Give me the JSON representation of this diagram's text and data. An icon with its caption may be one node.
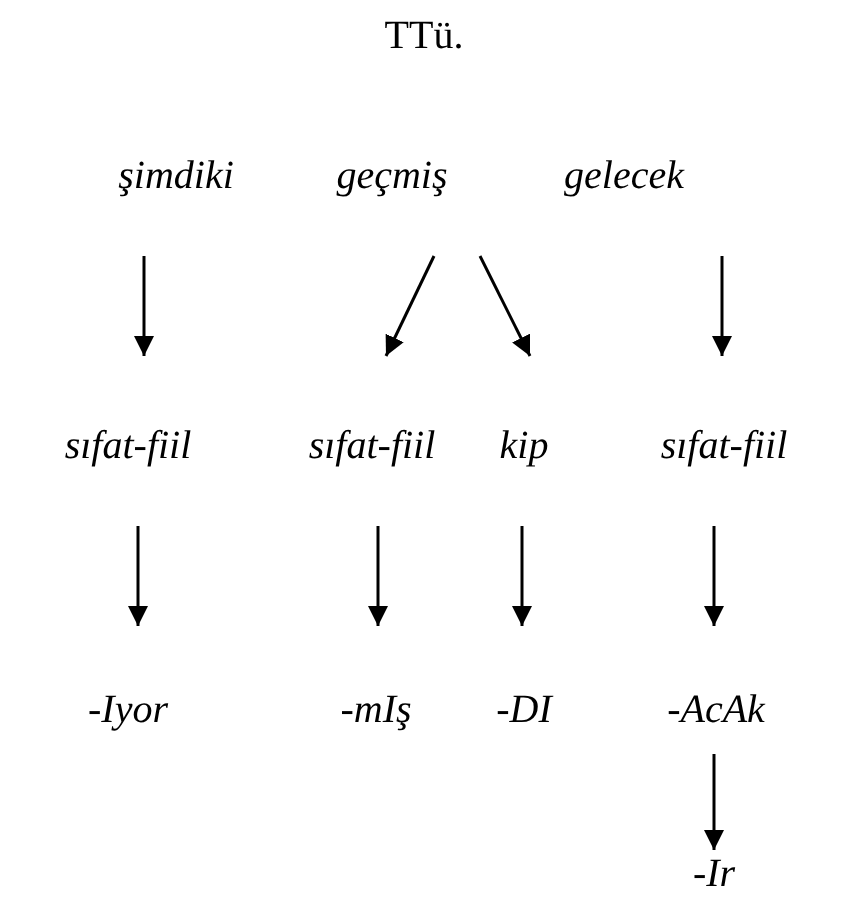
{
  "diagram": {
    "title": "TTü.",
    "nodes": [
      {
        "text": [
          "şimdiki"
        ]
      },
      {
        "text": [
          "geçmiş"
        ]
      },
      {
        "text": [
          "gelecek"
        ]
      },
      {
        "text": [
          "sıfat-fiil"
        ]
      },
      {
        "text": [
          "sıfat-fiil"
        ]
      },
      {
        "text": [
          "kip"
        ]
      },
      {
        "text": [
          "sıfat-fiil"
        ]
      },
      {
        "text": [
          "-Iyor"
        ]
      },
      {
        "text": [
          "-mIş"
        ]
      },
      {
        "text": [
          "-DI"
        ]
      },
      {
        "text": [
          "-AcAk"
        ]
      },
      {
        "text": [
          "-Ir"
        ]
      }
    ],
    "edges": [
      {
        "from": 0,
        "to": 3,
        "arrow": "to"
      },
      {
        "from": 1,
        "to": 4,
        "arrow": "to"
      },
      {
        "from": 1,
        "to": 5,
        "arrow": "to"
      },
      {
        "from": 2,
        "to": 6,
        "arrow": "to"
      },
      {
        "from": 3,
        "to": 7,
        "arrow": "to"
      },
      {
        "from": 4,
        "to": 8,
        "arrow": "to"
      },
      {
        "from": 5,
        "to": 9,
        "arrow": "to"
      },
      {
        "from": 6,
        "to": 10,
        "arrow": "to"
      },
      {
        "from": 10,
        "to": 11,
        "arrow": "to"
      }
    ]
  }
}
